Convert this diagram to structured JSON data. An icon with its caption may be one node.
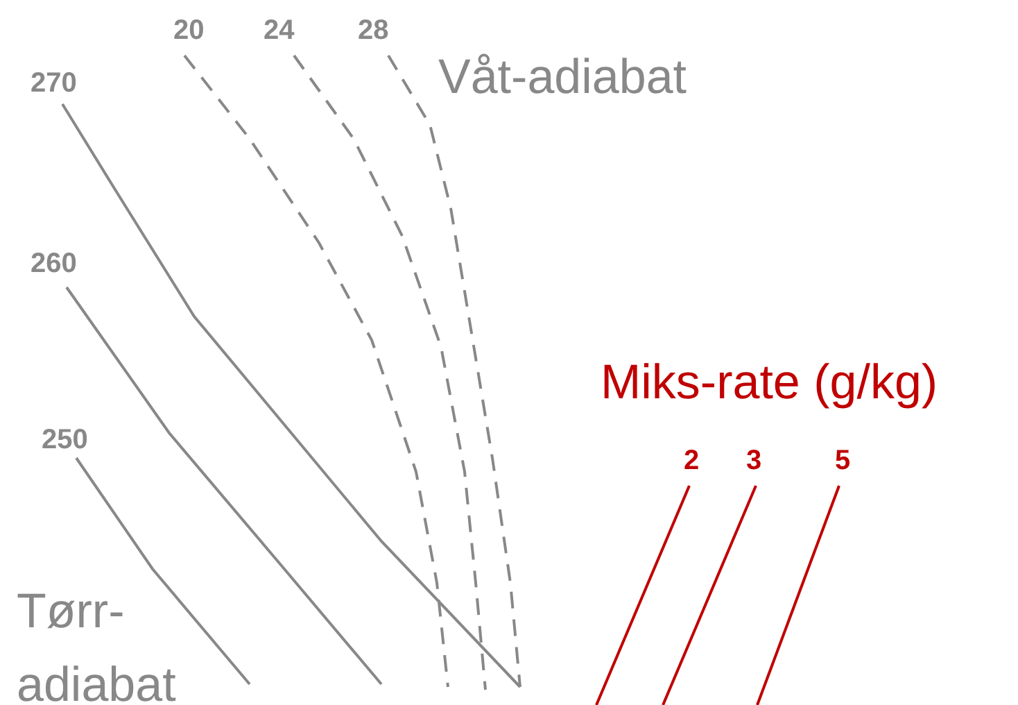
{
  "diagram": {
    "labels": [
      "20",
      "24",
      "28",
      "Våt-adiabat",
      "270",
      "260",
      "250",
      "Miks-rate (g/kg)",
      "2",
      "3",
      "5",
      "Tørr- adiabat"
    ]
  }
}
